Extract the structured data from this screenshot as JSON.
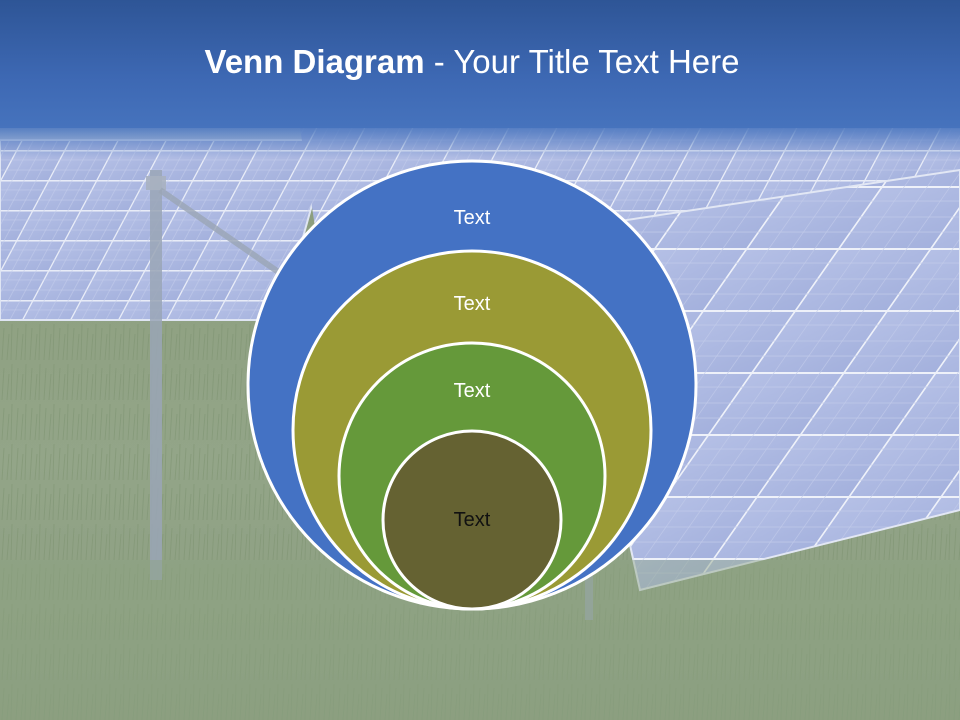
{
  "title": {
    "bold": "Venn Diagram",
    "rest": " - Your Title Text Here"
  },
  "colors": {
    "title_bar": "#3d68b3",
    "ring_outer": "#4472c4",
    "ring_second": "#9a9a35",
    "ring_third": "#65993a",
    "ring_inner": "#656232",
    "ring_stroke": "#ffffff",
    "label_light": "#ffffff",
    "label_dark": "#111111"
  },
  "background": {
    "description_icon": "solar-panel-field-photo"
  },
  "rings": [
    {
      "label": "Text"
    },
    {
      "label": "Text"
    },
    {
      "label": "Text"
    },
    {
      "label": "Text"
    }
  ]
}
